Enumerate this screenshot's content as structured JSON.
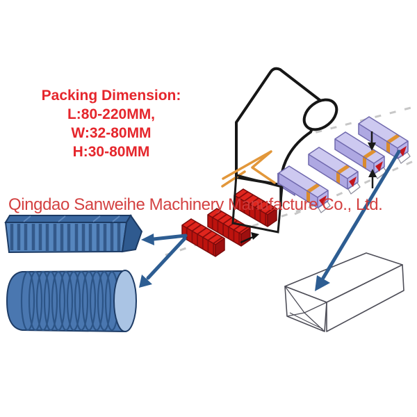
{
  "overlay": {
    "packing_dimension": {
      "title": "Packing Dimension:",
      "lines": [
        "L:80-220MM,",
        "W:32-80MM",
        "H:30-80MM"
      ]
    },
    "watermark": "Qingdao Sanweihe Machinery Manufacture Co., Ltd."
  },
  "colors": {
    "text_red": "#e5262c",
    "watermark_red": "#d23a3a",
    "product_box_red": "#c3150f",
    "package_purple": "#aea8e2",
    "seal_band_orange": "#e0912f",
    "former_orange": "#e2973a",
    "product_blue": "#4a77b0",
    "arrow_blue": "#2d5d92",
    "outline_black": "#1a1a1a"
  },
  "diagram_legend": {
    "film_roll": "packaging film roll feeding sheet into former",
    "forming_frame": "film forming / wrapping frame",
    "red_boxes": "unwrapped products on infeed conveyor",
    "purple_packages": "flow-wrapped packages with end seals",
    "blue_box": "corrugated rectangular product example",
    "blue_roll": "round biscuit roll product example",
    "white_package": "finished pillow-pack outline"
  }
}
